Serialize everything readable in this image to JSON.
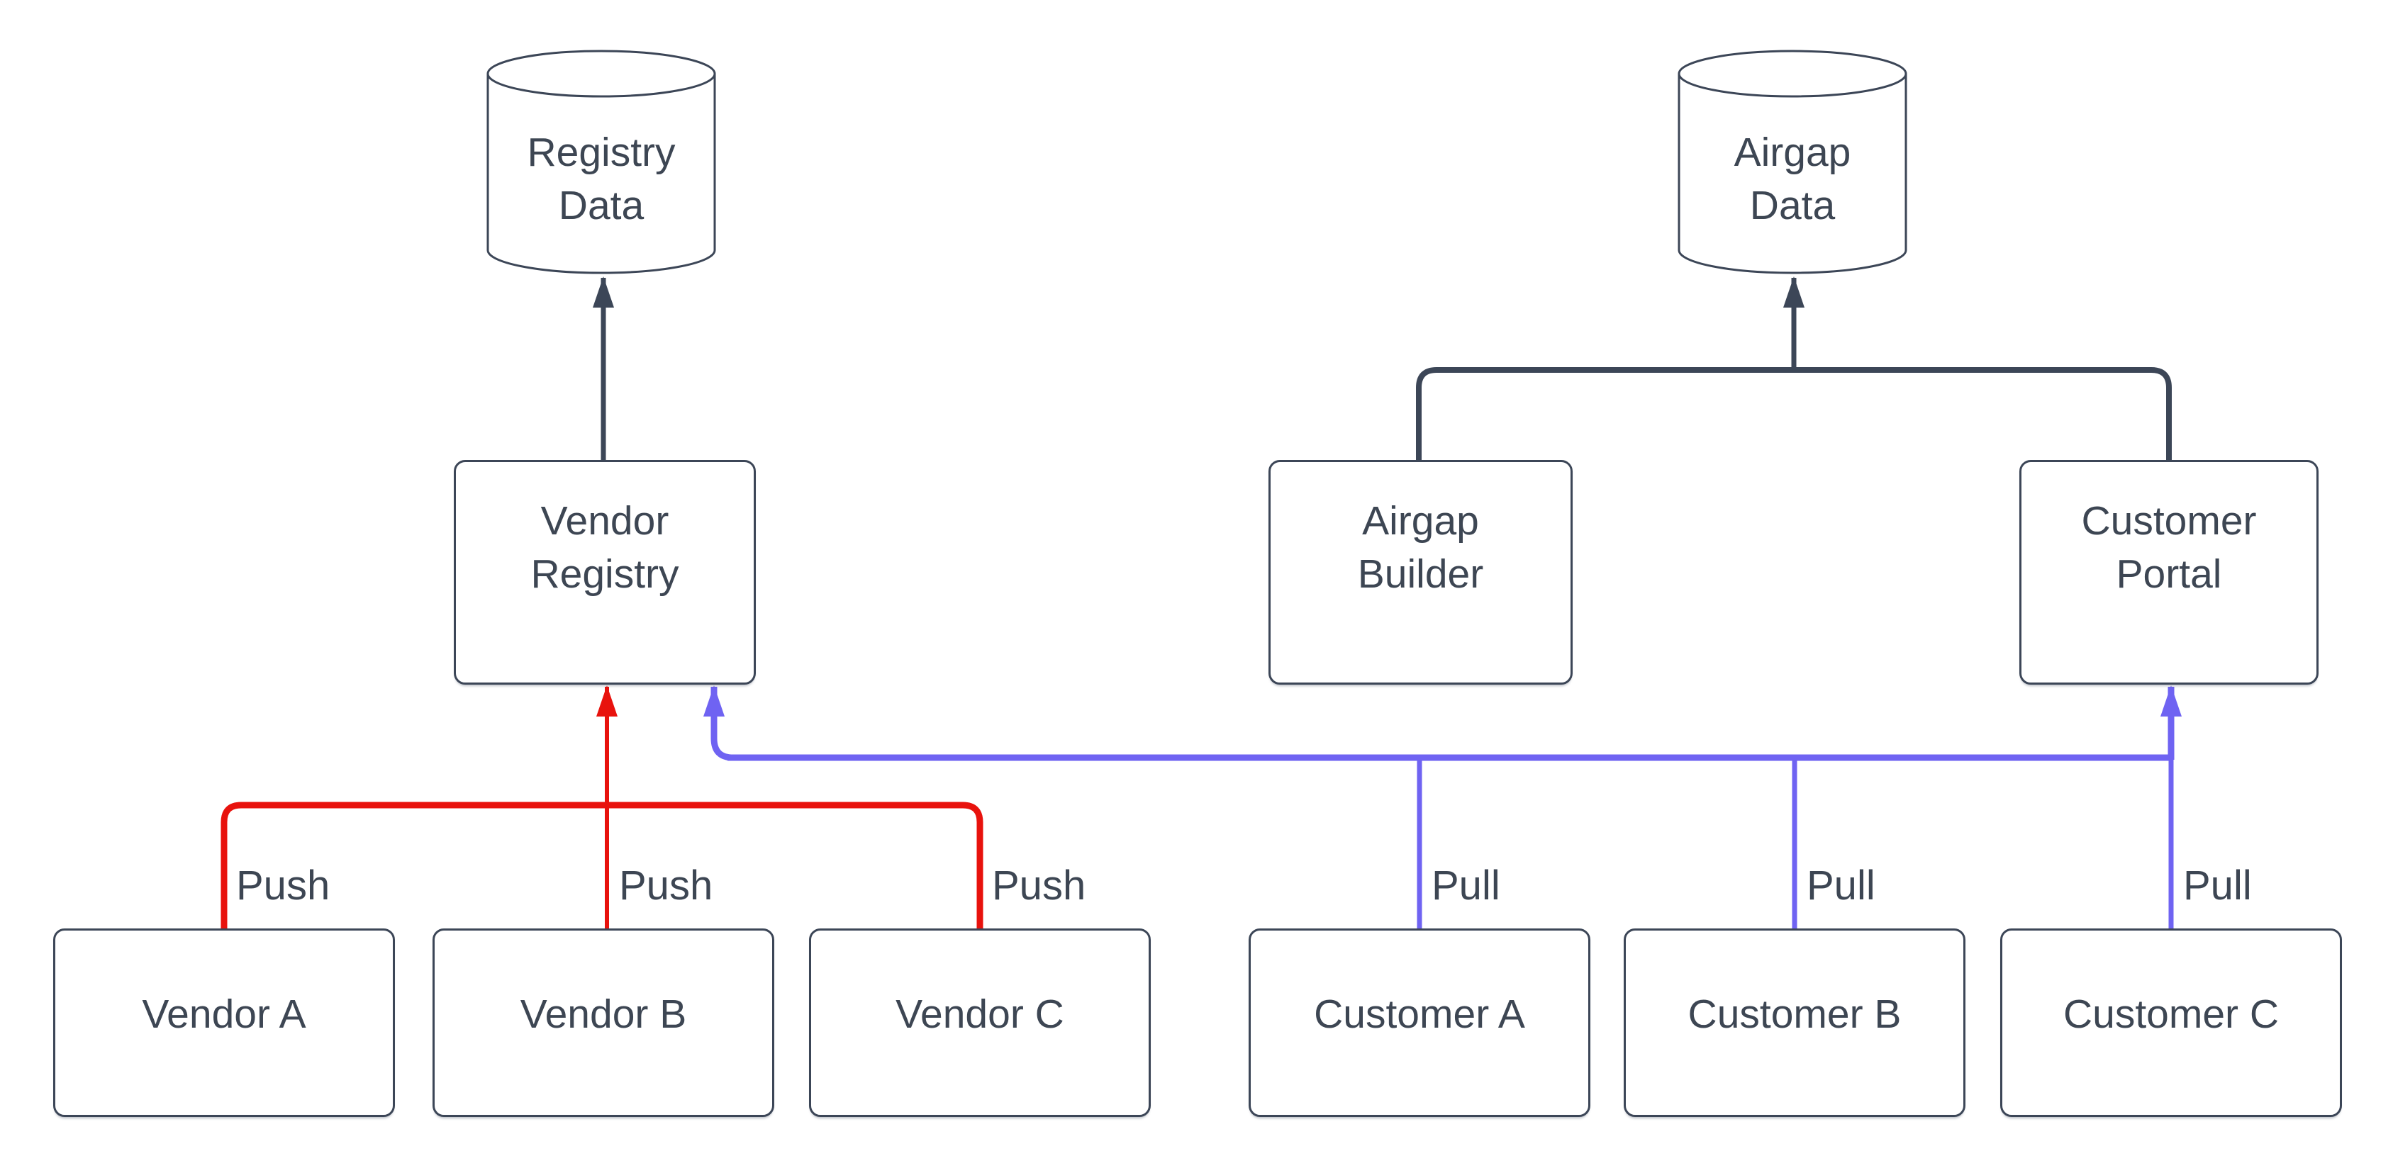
{
  "diagram": {
    "colors": {
      "stroke_dark": "#3c4657",
      "push_red": "#e8120d",
      "pull_blue": "#6f63f2",
      "text": "#3d4653",
      "background": "#ffffff"
    },
    "datastores": {
      "registry_data": {
        "line1": "Registry",
        "line2": "Data"
      },
      "airgap_data": {
        "line1": "Airgap",
        "line2": "Data"
      }
    },
    "services": {
      "vendor_registry": {
        "line1": "Vendor",
        "line2": "Registry"
      },
      "airgap_builder": {
        "line1": "Airgap",
        "line2": "Builder"
      },
      "customer_portal": {
        "line1": "Customer",
        "line2": "Portal"
      }
    },
    "vendors": [
      {
        "label": "Vendor A"
      },
      {
        "label": "Vendor B"
      },
      {
        "label": "Vendor C"
      }
    ],
    "customers": [
      {
        "label": "Customer A"
      },
      {
        "label": "Customer B"
      },
      {
        "label": "Customer C"
      }
    ],
    "edge_labels": {
      "push": "Push",
      "pull": "Pull"
    }
  }
}
